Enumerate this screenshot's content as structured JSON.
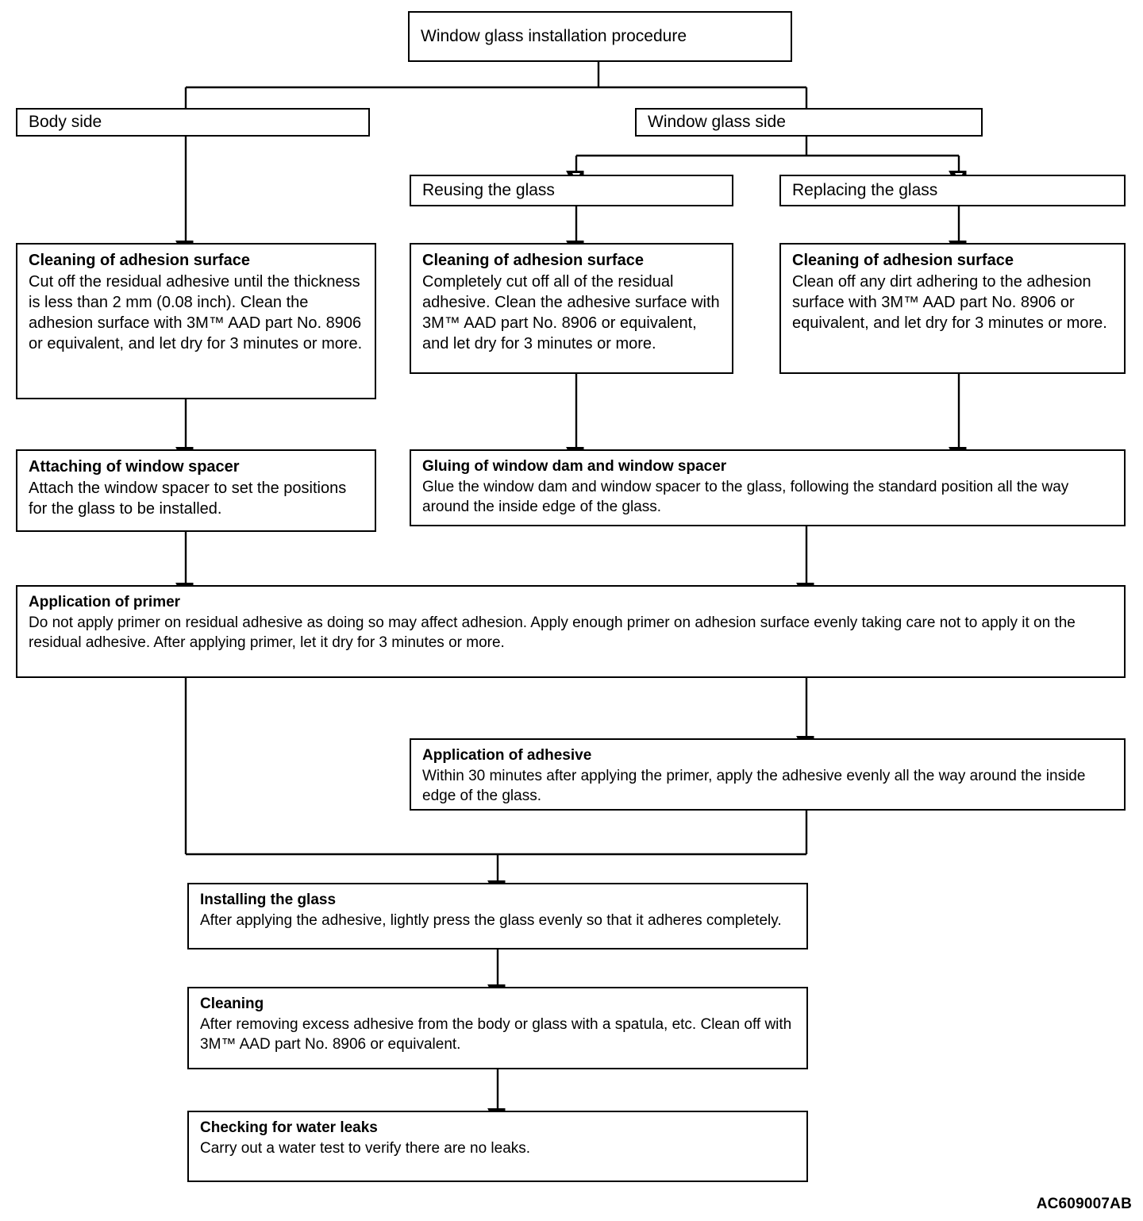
{
  "diagram": {
    "code": "AC609007AB",
    "nodes": {
      "root": {
        "label": "Window glass installation procedure"
      },
      "body_side": {
        "label": "Body side"
      },
      "glass_side": {
        "label": "Window glass side"
      },
      "reusing": {
        "label": "Reusing the glass"
      },
      "replacing": {
        "label": "Replacing  the glass"
      },
      "clean_body": {
        "title": "Cleaning of adhesion surface",
        "body": "Cut off the residual adhesive until the thickness is less than 2 mm (0.08 inch). Clean the adhesion surface with 3M™ AAD part No. 8906 or equivalent, and let dry for 3 minutes or more."
      },
      "clean_reuse": {
        "title": "Cleaning of adhesion surface",
        "body": "Completely cut off all of the residual adhesive. Clean the adhesive surface with 3M™ AAD part No. 8906 or equivalent, and let dry for 3 minutes or more."
      },
      "clean_replace": {
        "title": "Cleaning of adhesion surface",
        "body": "Clean off any dirt adhering to the adhesion surface with 3M™ AAD part No. 8906 or equivalent, and let dry for 3 minutes or more."
      },
      "spacer": {
        "title": "Attaching of window spacer",
        "body": "Attach the window spacer to set the positions for the glass to be installed."
      },
      "gluing": {
        "title": "Gluing of window dam and window spacer",
        "body": "Glue the window dam and window spacer to the glass, following the standard position all the way around the inside edge of the glass."
      },
      "primer": {
        "title": "Application of primer",
        "body": "Do not apply primer on residual adhesive as doing so may affect adhesion. Apply enough primer on adhesion surface evenly taking care not to apply it on the residual adhesive. After applying primer, let it dry for 3 minutes or more."
      },
      "adhesive": {
        "title": "Application of adhesive",
        "body": "Within 30 minutes after applying the primer, apply the adhesive evenly all the way around the inside edge of the glass."
      },
      "installing": {
        "title": "Installing the glass",
        "body": "After applying the adhesive, lightly  press the glass evenly so that it adheres completely."
      },
      "cleaning": {
        "title": "Cleaning",
        "body": "After removing excess adhesive from the body or glass with a spatula, etc. Clean off  with 3M™ AAD part No. 8906 or equivalent."
      },
      "water_leaks": {
        "title": "Checking for water  leaks",
        "body": "Carry out a water test to verify there are no leaks."
      }
    }
  }
}
